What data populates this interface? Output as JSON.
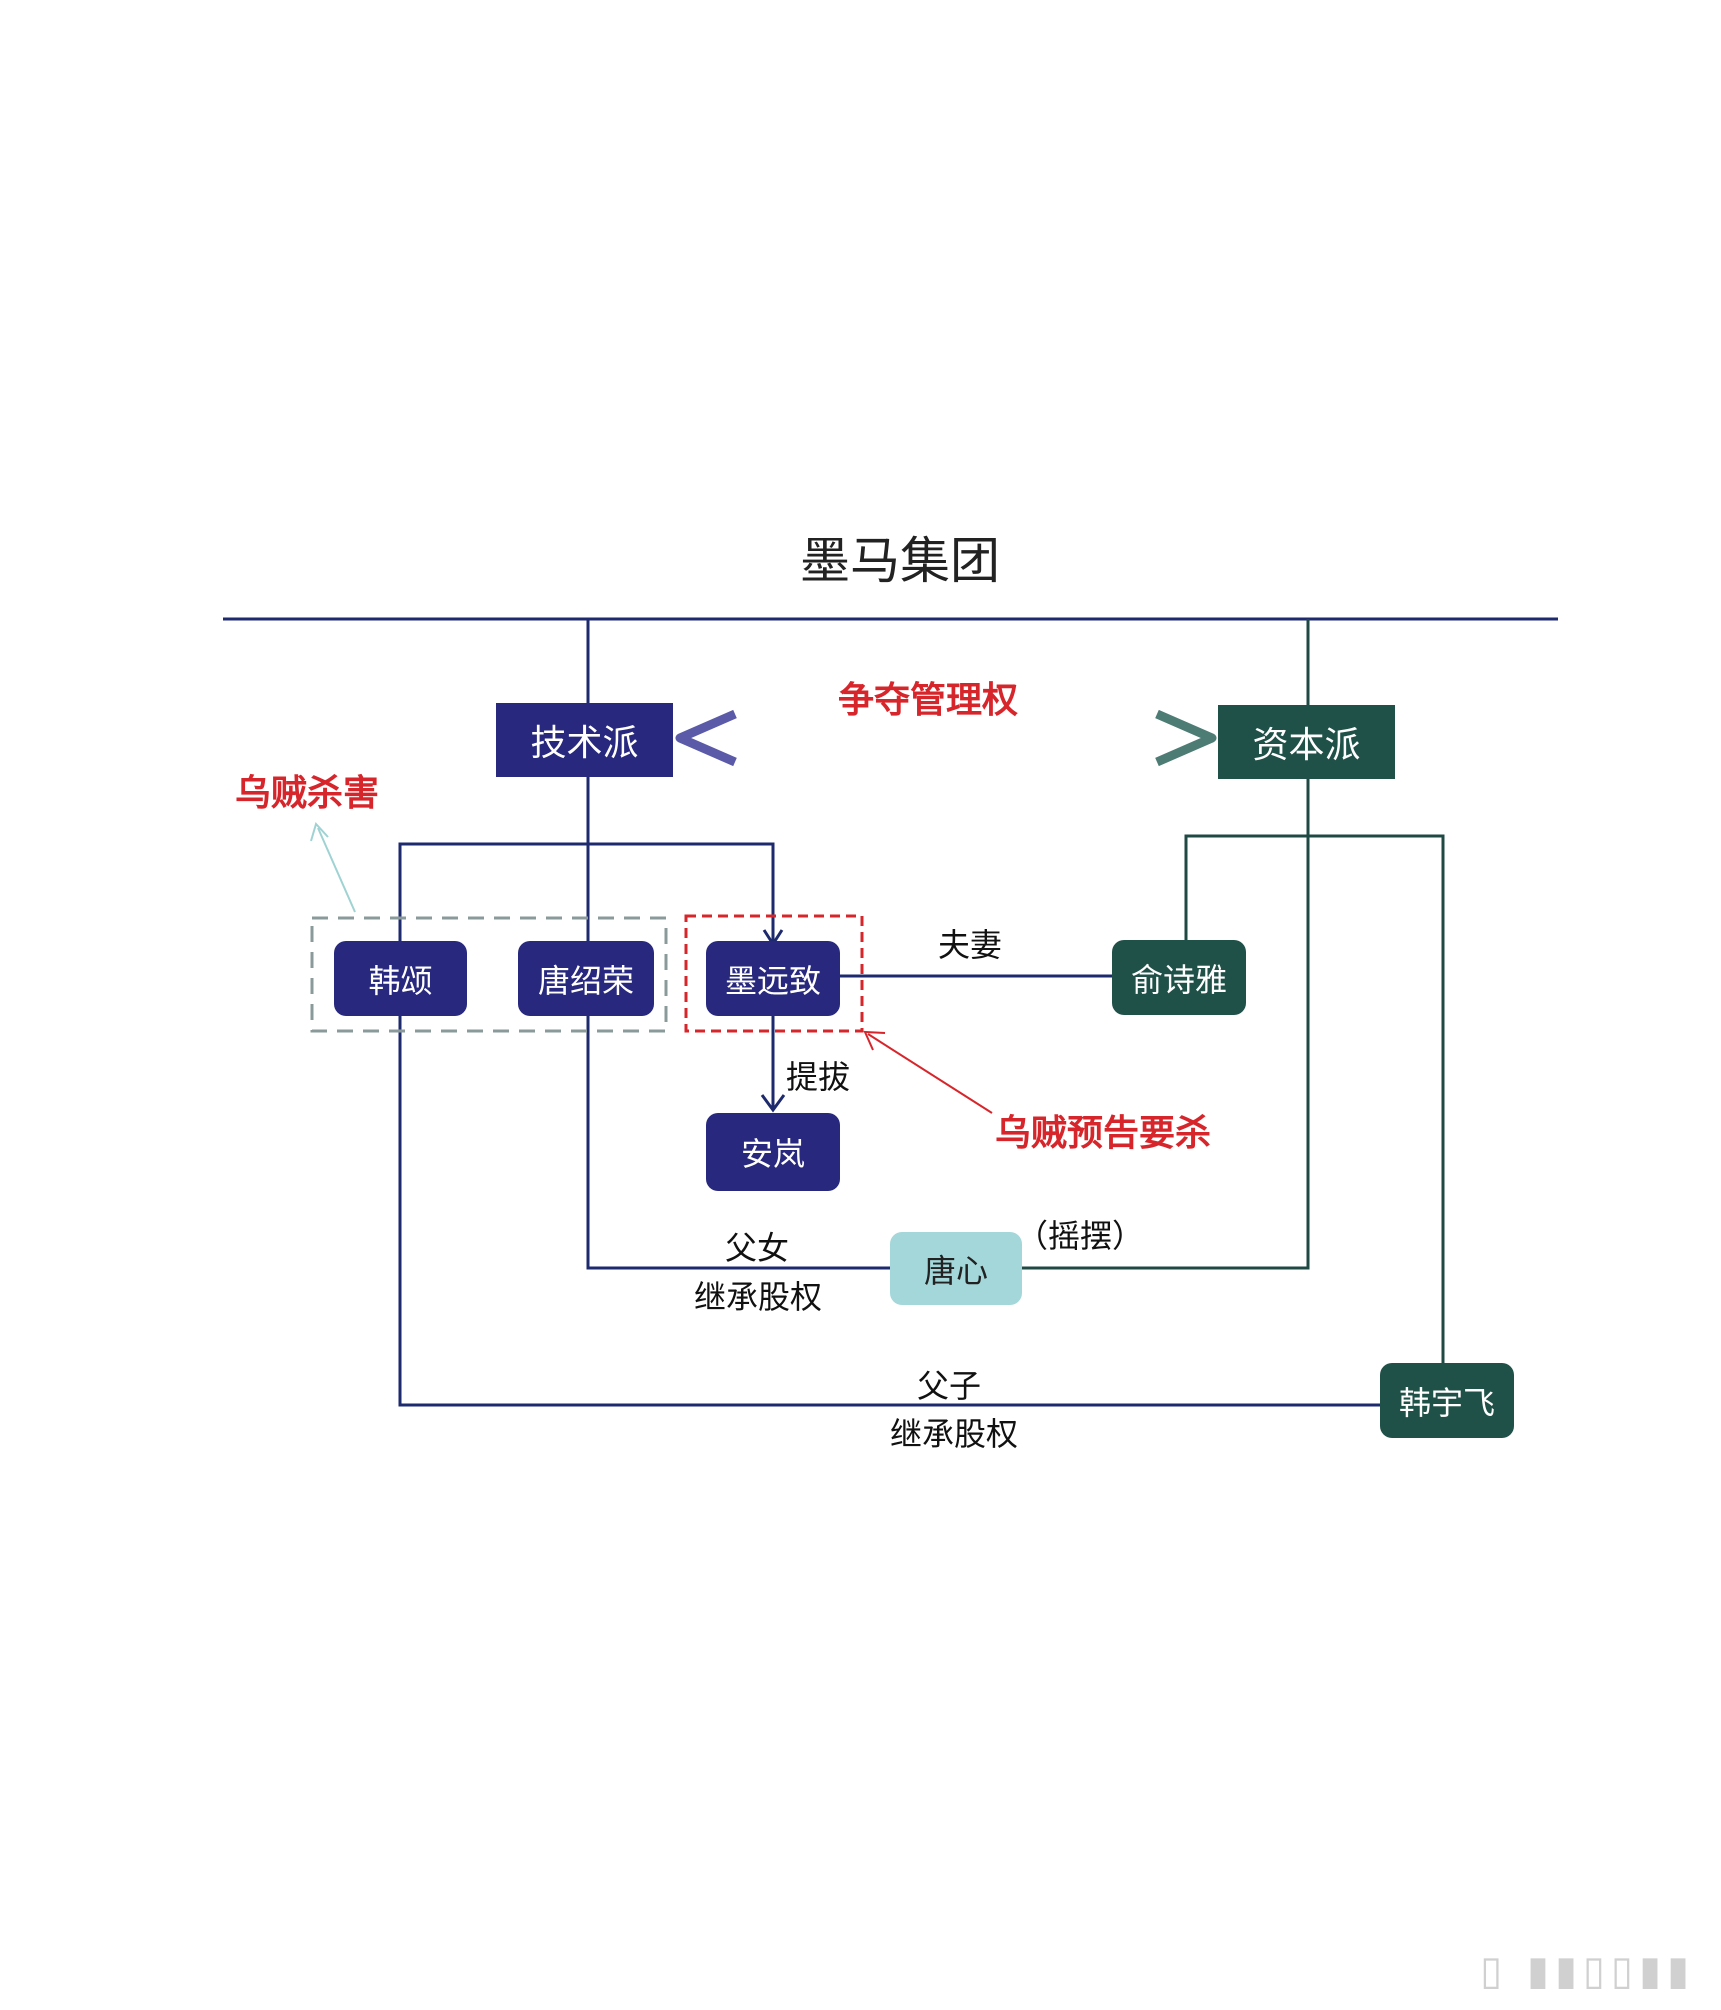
{
  "title": "墨马集团",
  "conflict_label": "争夺管理权",
  "factions": {
    "tech": "技术派",
    "capital": "资本派"
  },
  "people": {
    "han_song": "韩颂",
    "tang_shaorong": "唐绍荣",
    "mo_yuanzhi": "墨远致",
    "yu_shiya": "俞诗雅",
    "an_lan": "安岚",
    "tang_xin": "唐心",
    "han_yufei": "韩宇飞"
  },
  "annotations": {
    "killed_by_squid": "乌贼杀害",
    "squid_warns_kill": "乌贼预告要杀",
    "spouse": "夫妻",
    "promote": "提拔",
    "father_daughter": "父女",
    "inherit_shares_1": "继承股权",
    "wavering": "（摇摆）",
    "father_son": "父子",
    "inherit_shares_2": "继承股权"
  },
  "colors": {
    "tech_blue": "#27287e",
    "capital_green": "#1f5148",
    "highlight_red": "#d7262b",
    "tang_xin_cyan": "#a3d7d9",
    "line_blue": "#1e2a6e",
    "line_green": "#1f4a44"
  }
}
